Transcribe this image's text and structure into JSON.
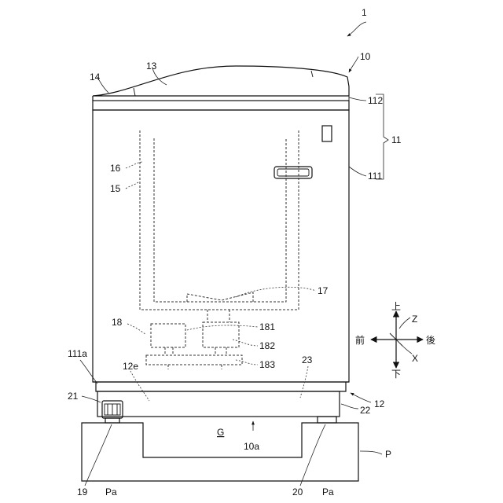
{
  "labels": {
    "l1": "1",
    "l10": "10",
    "l13": "13",
    "l14": "14",
    "l112": "112",
    "l11": "11",
    "l111": "111",
    "l16": "16",
    "l15": "15",
    "l17": "17",
    "l18": "18",
    "l181": "181",
    "l182": "182",
    "l183": "183",
    "l111a": "111a",
    "l12e": "12e",
    "l23": "23",
    "l21": "21",
    "l12": "12",
    "l22": "22",
    "lG": "G",
    "l10a": "10a",
    "lP": "P",
    "l19": "19",
    "lPa1": "Pa",
    "l20": "20",
    "lPa2": "Pa"
  },
  "axes": {
    "up": "上",
    "down": "下",
    "front": "前",
    "back": "後",
    "z": "Z",
    "x": "X"
  }
}
